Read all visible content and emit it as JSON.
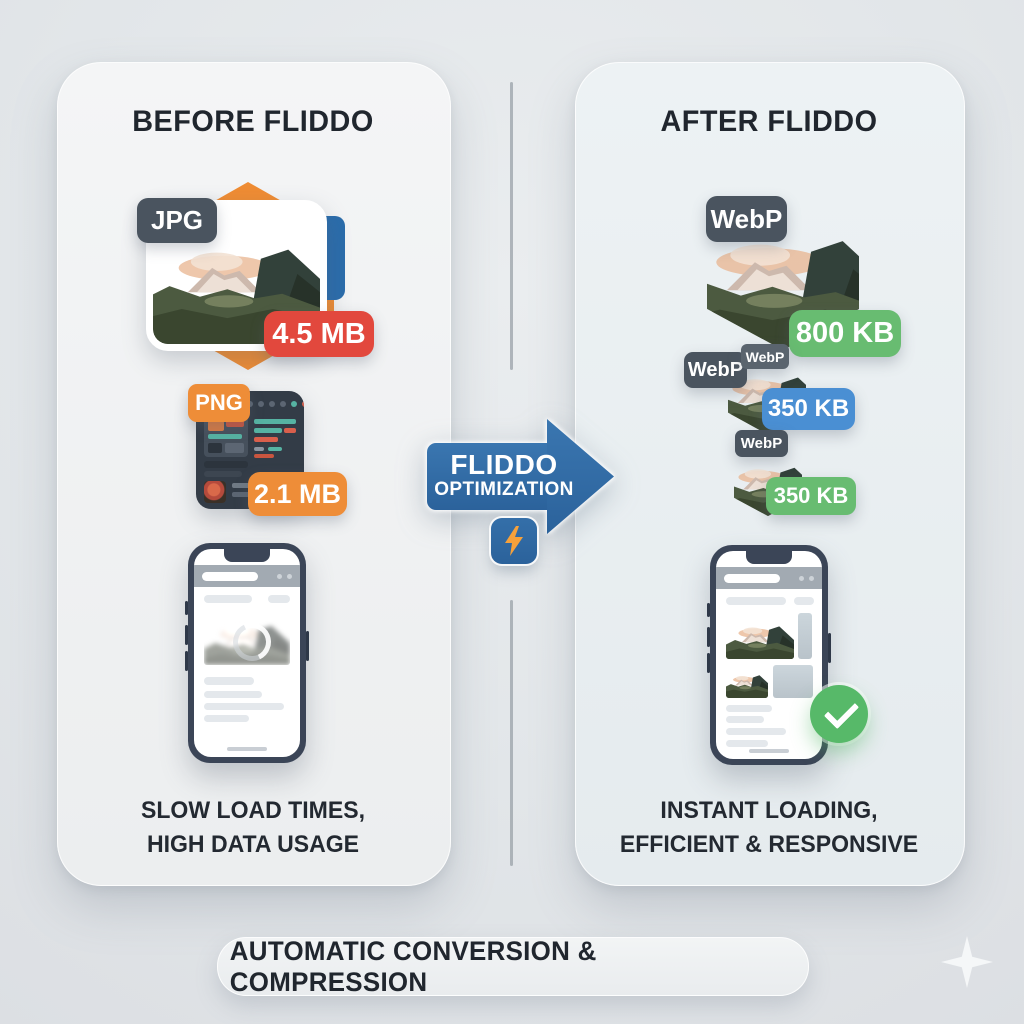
{
  "left_panel": {
    "title": "BEFORE FLIDDO",
    "jpg_card": {
      "format": "JPG",
      "size": "4.5 MB"
    },
    "png_card": {
      "format": "PNG",
      "size": "2.1 MB"
    },
    "caption": [
      "SLOW LOAD TIMES,",
      "HIGH DATA USAGE"
    ]
  },
  "converter": {
    "name_line1": "FLIDDO",
    "name_line2": "OPTIMIZATION",
    "bolt_icon": "lightning-bolt"
  },
  "right_panel": {
    "title": "AFTER FLIDDO",
    "webp_cards": [
      {
        "format": "WebP",
        "size": "800 KB"
      },
      {
        "format": "WebP",
        "tag": "WebP",
        "size": "350 KB"
      },
      {
        "format": "WebP",
        "size": "350 KB"
      }
    ],
    "caption": [
      "INSTANT LOADING,",
      "EFFICIENT & RESPONSIVE"
    ]
  },
  "banner": {
    "text": "AUTOMATIC CONVERSION & COMPRESSION"
  },
  "colors": {
    "red_badge": "#e2483d",
    "orange_badge": "#ee8d38",
    "green_badge": "#68bc71",
    "blue_badge": "#4a8fd3",
    "dark_badge": "#4a545f",
    "arrow_blue": "#2e6ba7",
    "panel_left_bg": "#f0f1f3",
    "panel_right_bg": "#e9eef1"
  }
}
